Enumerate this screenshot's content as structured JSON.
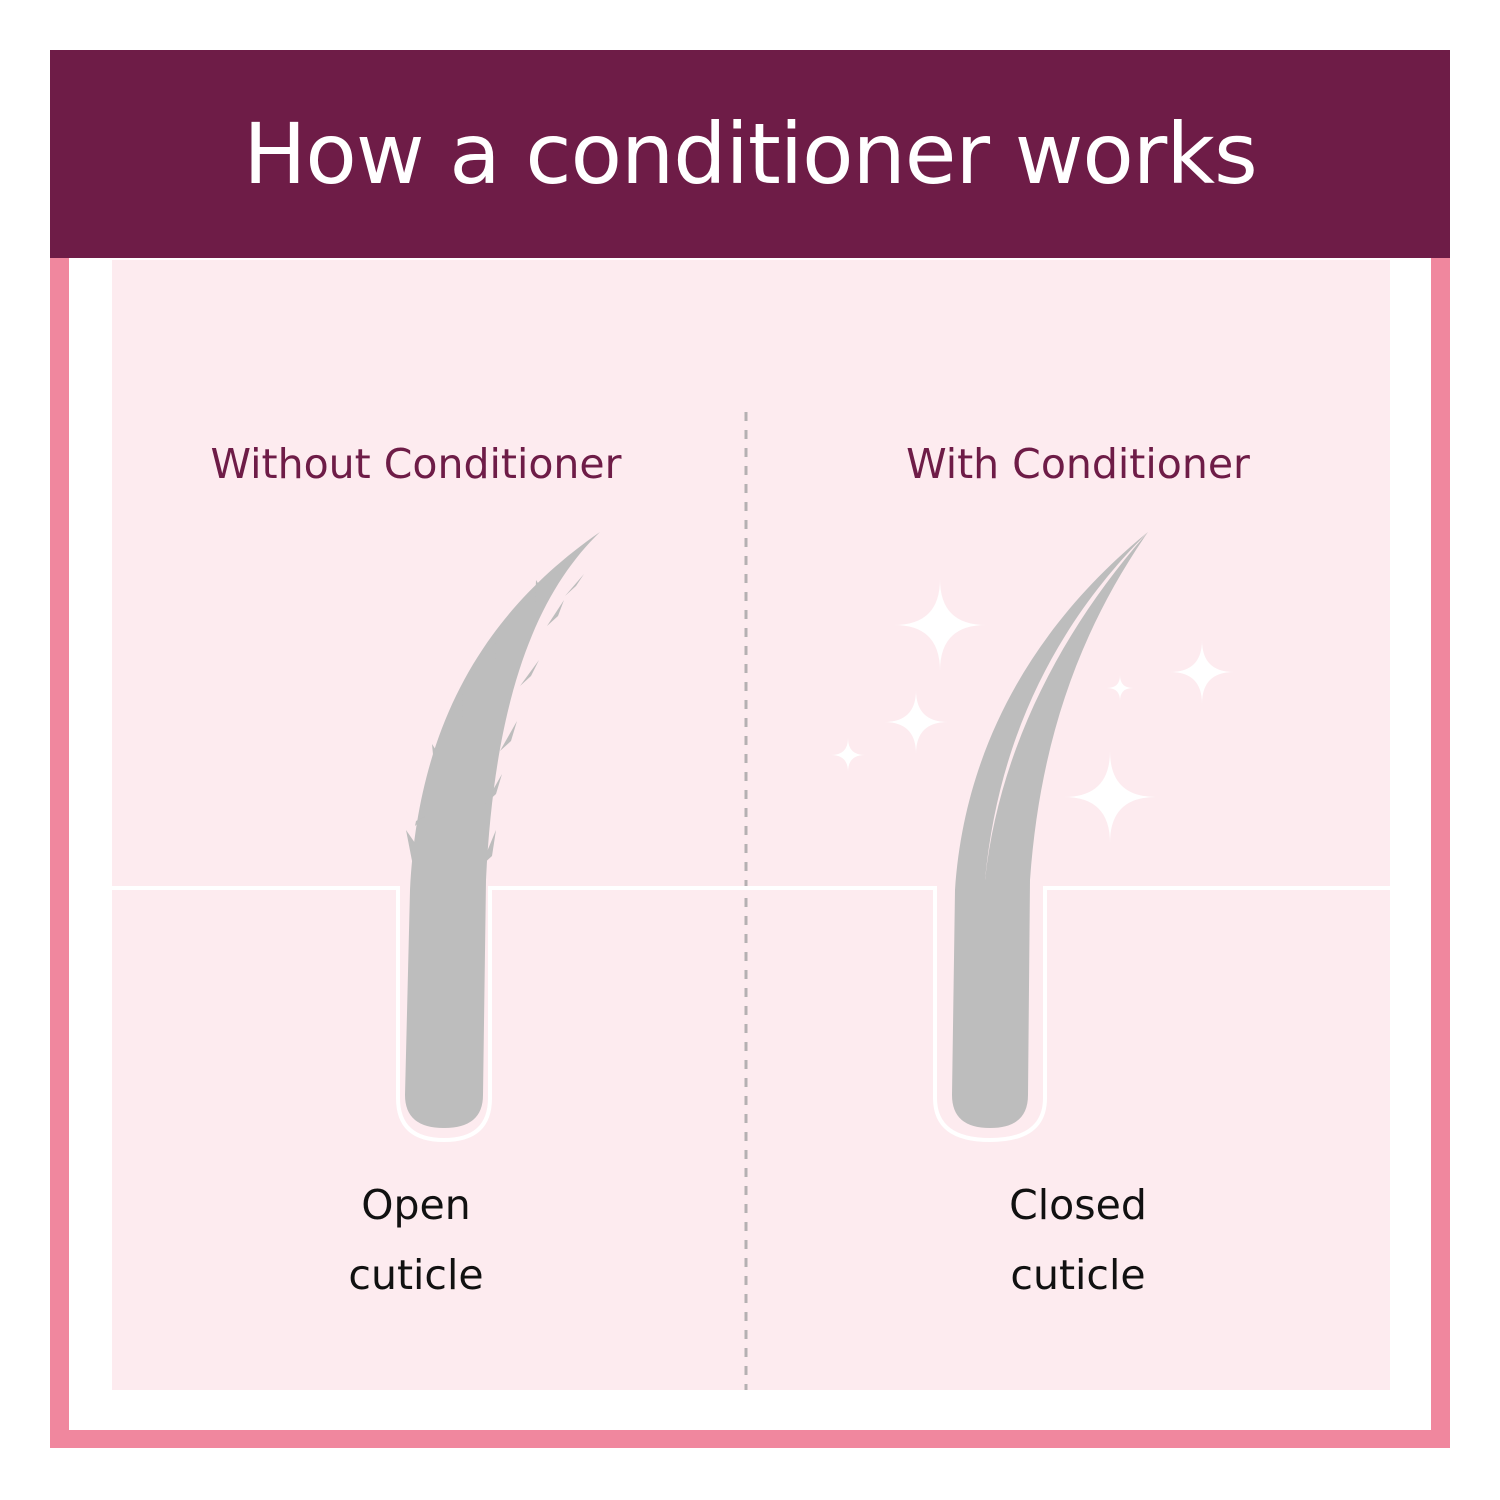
{
  "title": "How a conditioner works",
  "left": {
    "heading": "Without Conditioner",
    "caption_line1": "Open",
    "caption_line2": "cuticle"
  },
  "right": {
    "heading": "With Conditioner",
    "caption_line1": "Closed",
    "caption_line2": "cuticle"
  },
  "colors": {
    "header": "#6e1c47",
    "border": "#f0879e",
    "panel": "#fdebef",
    "hair": "#bdbdbd"
  }
}
